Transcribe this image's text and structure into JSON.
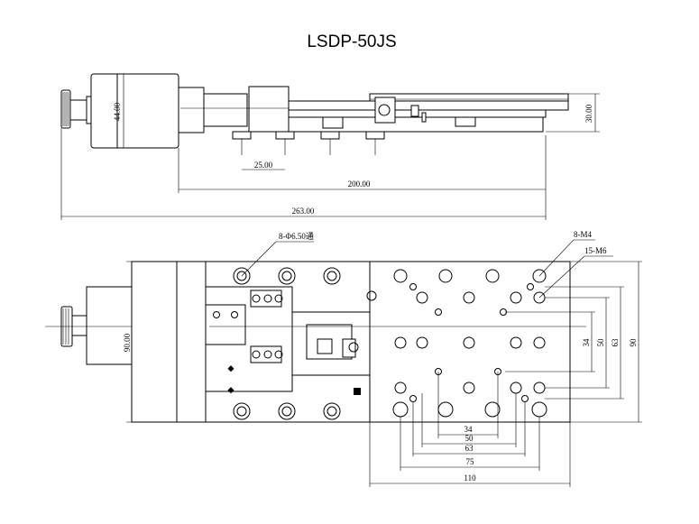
{
  "title": "LSDP-50JS",
  "side_view": {
    "dim_height_left": "44.00",
    "dim_height_right": "30.00",
    "dim_pitch": "25.00",
    "dim_base": "200.00",
    "dim_total": "263.00"
  },
  "top_view": {
    "callout_through_holes": "8-Φ6.50通",
    "callout_m4": "8-M4",
    "callout_m6": "15-M6",
    "dim_width_left": "90.00",
    "dim_v_34": "34",
    "dim_v_50": "50",
    "dim_v_63": "63",
    "dim_v_90": "90",
    "dim_h_34": "34",
    "dim_h_50": "50",
    "dim_h_63": "63",
    "dim_h_75": "75",
    "dim_h_110": "110"
  }
}
